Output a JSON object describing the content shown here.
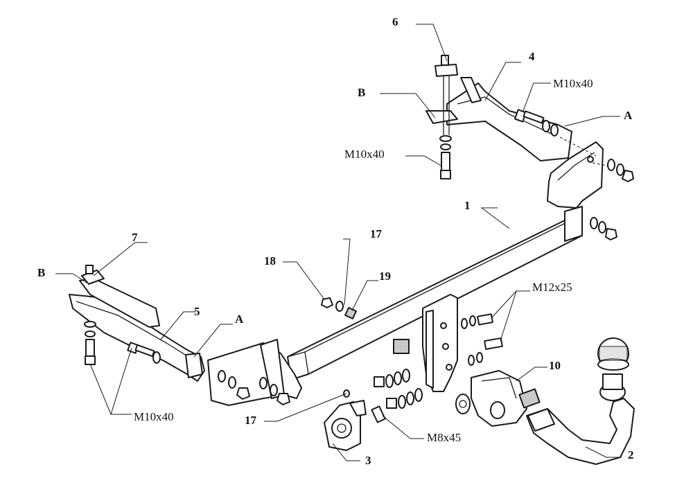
{
  "labels": {
    "n1": "1",
    "n2": "2",
    "n3": "3",
    "n4": "4",
    "n5": "5",
    "n6": "6",
    "n7": "7",
    "n10": "10",
    "n17_top": "17",
    "n17_bottom": "17",
    "n18": "18",
    "n19": "19",
    "a_right": "A",
    "a_left": "A",
    "b_top": "B",
    "b_left": "B",
    "bolt_top_right": "M10x40",
    "bolt_top_vertical": "M10x40",
    "bolt_left": "M10x40",
    "bolt_m12": "M12x25",
    "bolt_m8": "M8x45"
  }
}
